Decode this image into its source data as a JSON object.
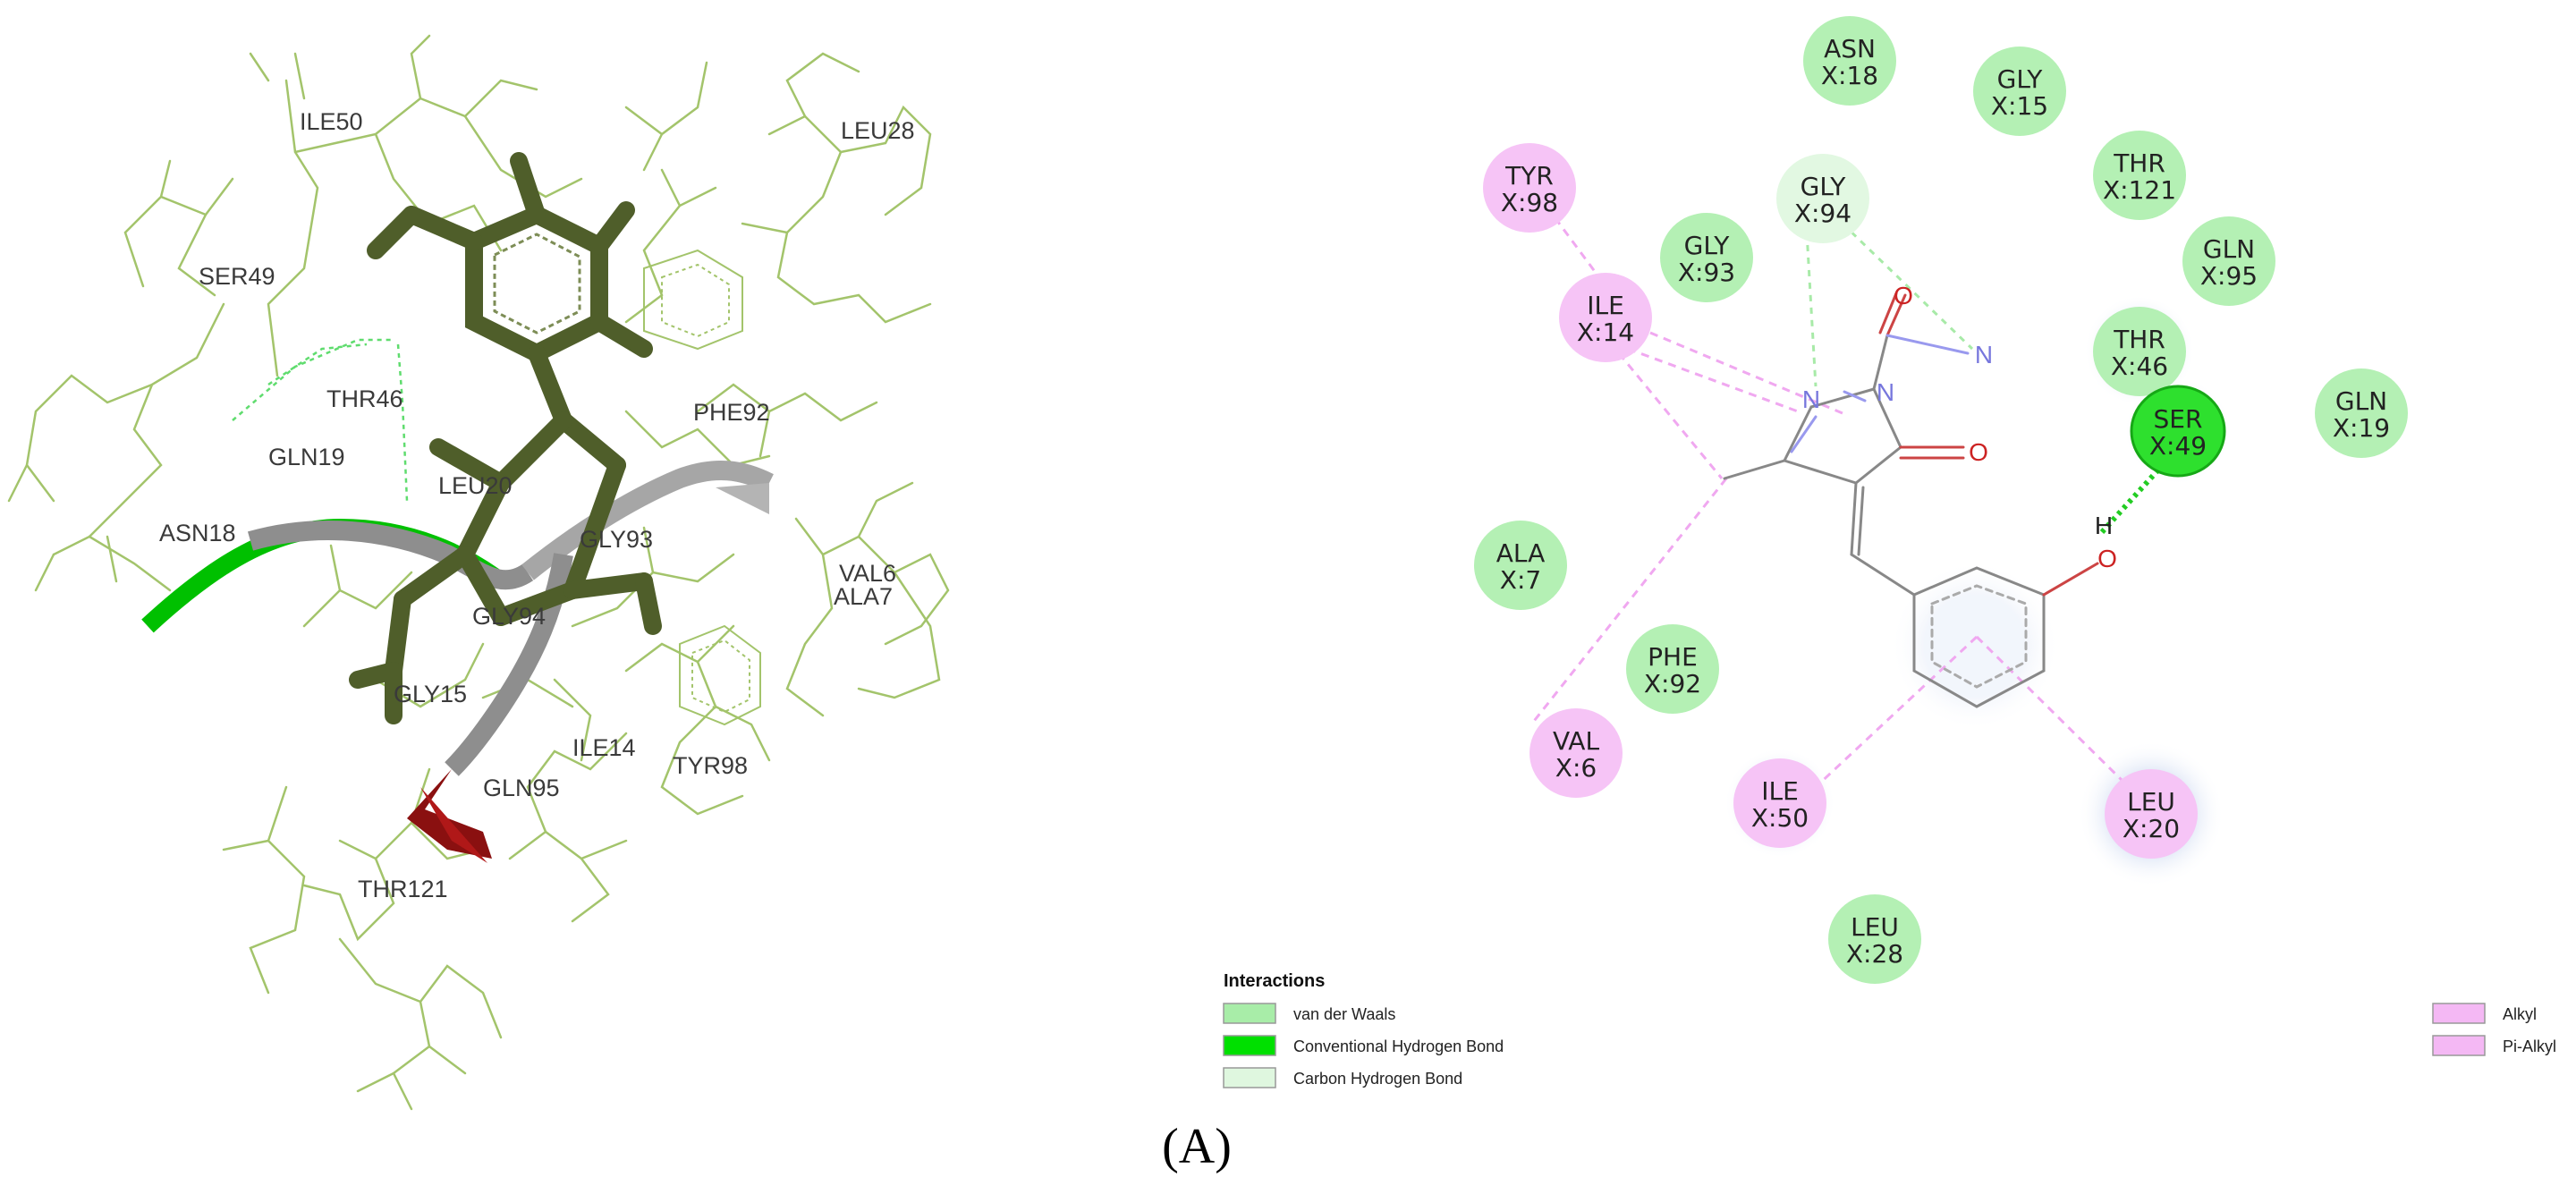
{
  "panel_label": "(A)",
  "left_3d": {
    "labels": [
      "ILE50",
      "LEU28",
      "SER49",
      "THR46",
      "PHE92",
      "GLN19",
      "LEU20",
      "ASN18",
      "GLY93",
      "VAL6",
      "ALA7",
      "GLY94",
      "GLY15",
      "ILE14",
      "TYR98",
      "GLN95",
      "THR121"
    ]
  },
  "right_2d": {
    "residues": [
      {
        "name": "ASN",
        "num": "X:18",
        "type": "vdw"
      },
      {
        "name": "GLY",
        "num": "X:15",
        "type": "vdw"
      },
      {
        "name": "TYR",
        "num": "X:98",
        "type": "alkyl"
      },
      {
        "name": "GLY",
        "num": "X:94",
        "type": "carbon-h"
      },
      {
        "name": "THR",
        "num": "X:121",
        "type": "vdw"
      },
      {
        "name": "GLY",
        "num": "X:93",
        "type": "vdw"
      },
      {
        "name": "GLN",
        "num": "X:95",
        "type": "vdw"
      },
      {
        "name": "ILE",
        "num": "X:14",
        "type": "alkyl"
      },
      {
        "name": "THR",
        "num": "X:46",
        "type": "vdw"
      },
      {
        "name": "SER",
        "num": "X:49",
        "type": "conventional-h"
      },
      {
        "name": "GLN",
        "num": "X:19",
        "type": "vdw"
      },
      {
        "name": "ALA",
        "num": "X:7",
        "type": "vdw"
      },
      {
        "name": "PHE",
        "num": "X:92",
        "type": "vdw"
      },
      {
        "name": "VAL",
        "num": "X:6",
        "type": "alkyl"
      },
      {
        "name": "ILE",
        "num": "X:50",
        "type": "alkyl"
      },
      {
        "name": "LEU",
        "num": "X:20",
        "type": "alkyl"
      },
      {
        "name": "LEU",
        "num": "X:28",
        "type": "vdw"
      }
    ],
    "atoms": {
      "o_amide": "O",
      "n_amide": "N",
      "n1": "N",
      "n2": "N",
      "o_ring": "O",
      "o_hydroxyl": "O",
      "h_hydroxyl": "H"
    }
  },
  "legend": {
    "title": "Interactions",
    "items": [
      {
        "label": "van der Waals",
        "color": "#a8eda8"
      },
      {
        "label": "Conventional Hydrogen Bond",
        "color": "#00e000"
      },
      {
        "label": "Carbon Hydrogen Bond",
        "color": "#dff7df"
      },
      {
        "label": "Alkyl",
        "color": "#f4b8f4"
      },
      {
        "label": "Pi-Alkyl",
        "color": "#f4b8f4"
      }
    ]
  },
  "colors": {
    "vdw": "#b4f0b4",
    "conventional_h": "#2ee02e",
    "carbon_h": "#e2f8e2",
    "alkyl": "#f6c4f6",
    "ligand_3d": "#4f5e2a",
    "protein_lines": "#a3c46b"
  }
}
